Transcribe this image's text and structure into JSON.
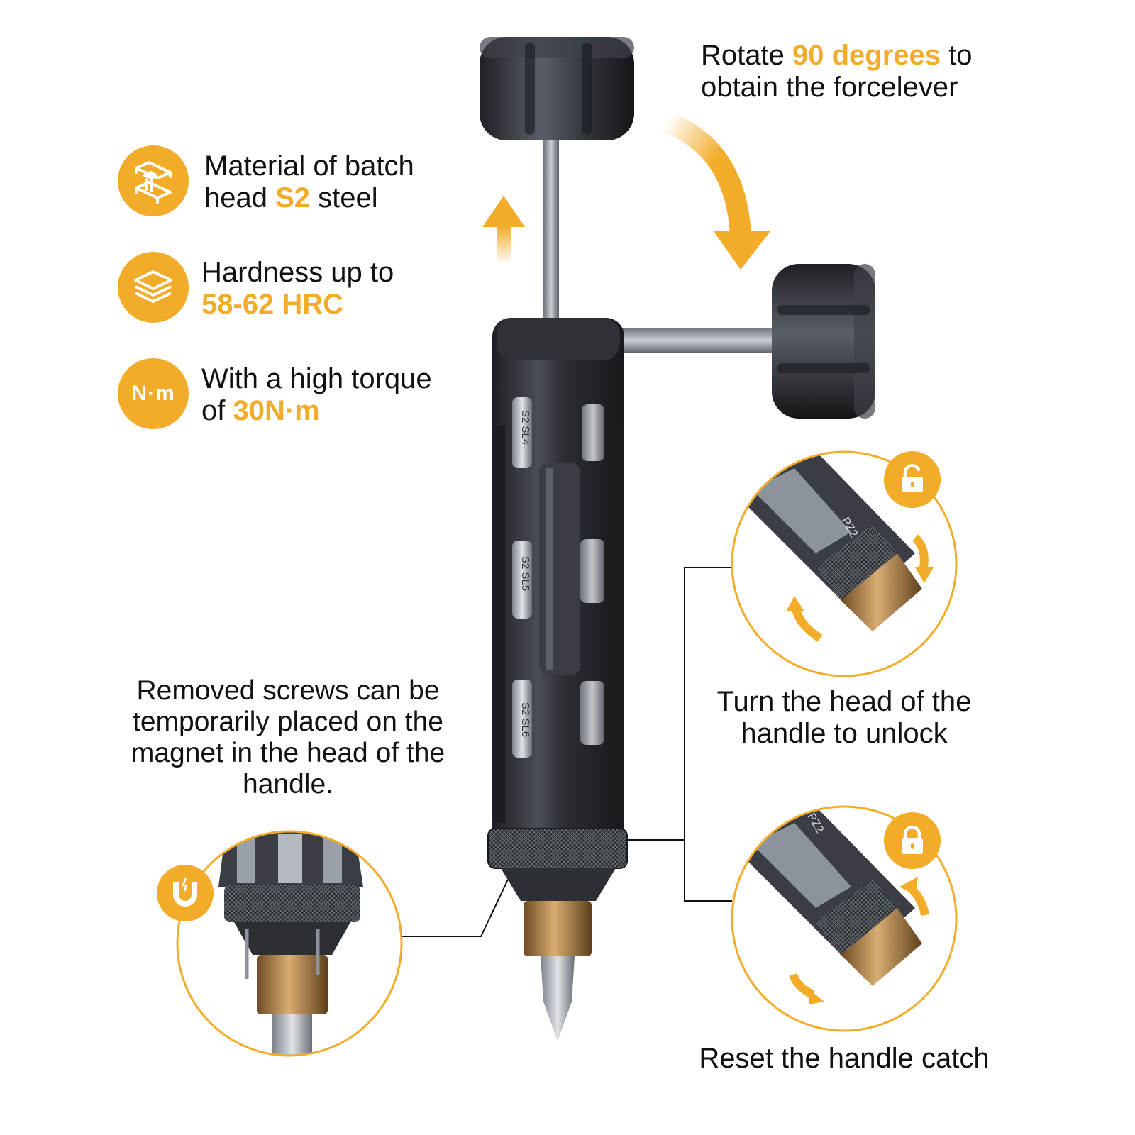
{
  "colors": {
    "accent": "#F3AC2A",
    "text": "#111111",
    "metal_dark": "#2b2e33",
    "metal_light": "#9aa0a8",
    "brass": "#b0814a"
  },
  "top_right": {
    "part1": "Rotate ",
    "highlight": "90 degrees",
    "part2": " to",
    "line2": "obtain the forcelever"
  },
  "features": [
    {
      "icon": "steel-beam-icon",
      "line1": "Material of batch",
      "line2_pre": "head ",
      "highlight": "S2",
      "line2_post": " steel"
    },
    {
      "icon": "layers-icon",
      "line1": "Hardness up to",
      "highlight": "58-62 HRC"
    },
    {
      "icon": "torque-icon",
      "badge_text": "N·m",
      "line1": "With a high torque",
      "line2_pre": "of ",
      "highlight": "30N·m"
    }
  ],
  "magnet_note": {
    "lines": [
      "Removed screws can be",
      "temporarily placed on the",
      "magnet in the head of the",
      "handle."
    ],
    "icon": "magnet-icon"
  },
  "unlock": {
    "line1": "Turn the head of the",
    "line2": "handle to unlock",
    "icon": "unlock-icon"
  },
  "reset": {
    "label": "Reset the handle catch",
    "icon": "lock-icon"
  },
  "bit_labels": [
    "S2 SL4",
    "S2 SL5",
    "S2 SL6"
  ],
  "callout_bit_labels": [
    "PZ2",
    "PZ2"
  ]
}
